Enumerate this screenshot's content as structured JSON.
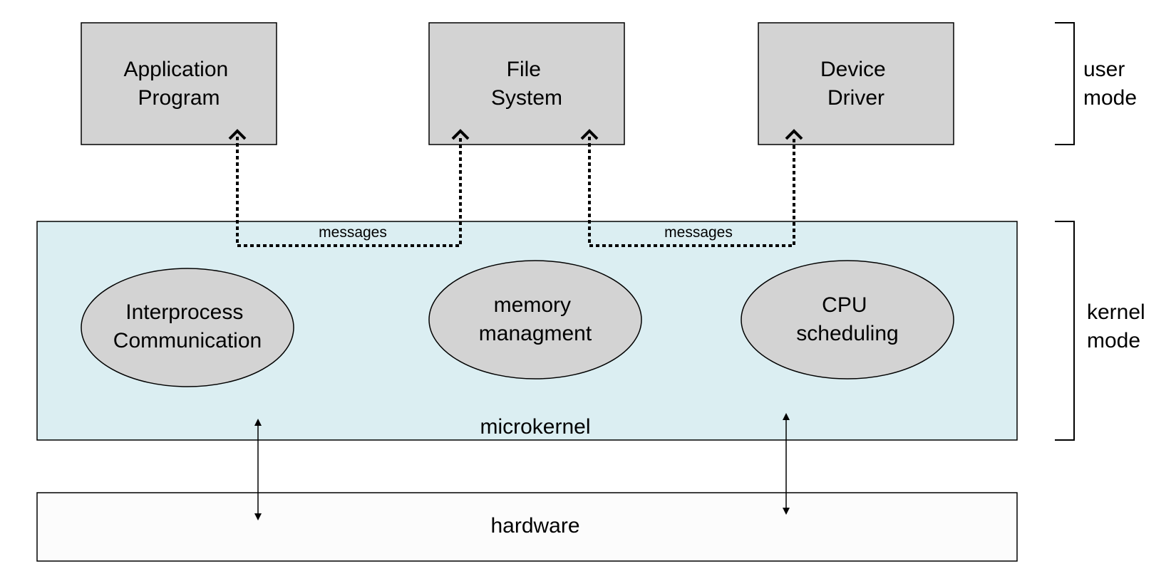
{
  "user_space": {
    "application_program": [
      "Application",
      "Program"
    ],
    "file_system": [
      "File",
      "System"
    ],
    "device_driver": [
      "Device",
      "Driver"
    ]
  },
  "messages": {
    "left": "messages",
    "right": "messages"
  },
  "kernel": {
    "label": "microkernel",
    "ipc": [
      "Interprocess",
      "Communication"
    ],
    "memory": [
      "memory",
      "managment"
    ],
    "cpu": [
      "CPU",
      "scheduling"
    ]
  },
  "hardware": {
    "label": "hardware"
  },
  "modes": {
    "user": [
      "user",
      "mode"
    ],
    "kernel": [
      "kernel",
      "mode"
    ]
  },
  "colors": {
    "user_box_fill": "#d3d3d3",
    "kernel_fill": "#dbeef2",
    "ellipse_fill": "#d3d3d3",
    "hardware_fill": "#fcfcfc",
    "stroke": "#000000"
  }
}
